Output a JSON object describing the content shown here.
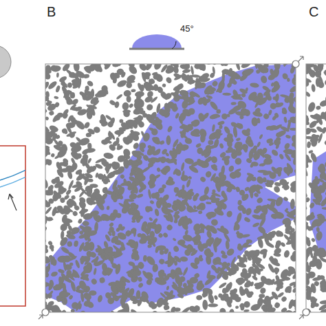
{
  "diagram": {
    "labels": [
      "B",
      "45°",
      "C"
    ]
  }
}
